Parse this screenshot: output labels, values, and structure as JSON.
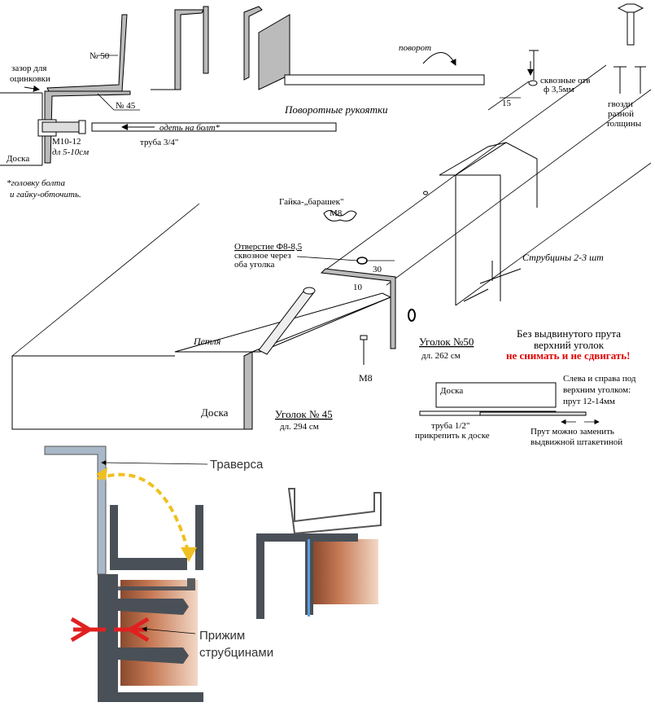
{
  "profile_section": {
    "angle_50": "№ 50",
    "gap_line1": "зазор для",
    "gap_line2": "оцинковки",
    "angle_45": "№ 45",
    "put_on_bolt": "одеть на болт*",
    "pipe": "труба 3/4\"",
    "bolt": "M10-12",
    "bolt_length": "дл 5-10см",
    "board": "Доска",
    "note_line1": "*головку болта",
    "note_line2": "и гайку-обточить."
  },
  "handles": {
    "rotation": "поворот",
    "caption": "Поворотные рукоятки"
  },
  "holes": {
    "line1": "сквозные отв",
    "line2": "ф 3,5мм",
    "dim": "15"
  },
  "nails": {
    "line1": "гвозди",
    "line2": "разной",
    "line3": "толщины"
  },
  "wing_nut": {
    "line1": "Гайка-„барашек\"",
    "line2": "M8"
  },
  "hole_note": {
    "line1": "Отверстие Ф8-8,5",
    "line2": "сквозное через",
    "line3": "оба уголка",
    "dim30": "30",
    "dim10": "10"
  },
  "clamps": "Струбцины 2-3 шт",
  "hinge": "Петля",
  "angle50_label": {
    "title": "Уголок №50",
    "length": "дл. 262 см"
  },
  "bolt_m8": "M8",
  "warning": {
    "line1": "Без выдвинутого прута",
    "line2": "верхний уголок",
    "line3": "не снимать и не сдвигать!"
  },
  "board_main": "Доска",
  "angle45_label": {
    "title": "Уголок № 45",
    "length": "дл. 294 см"
  },
  "rod_detail": {
    "board": "Доска",
    "note1": "Слева и справа под",
    "note2": "верхним уголком:",
    "note3": "прут 12-14мм",
    "pipe1": "труба 1/2\"",
    "pipe2": "прикрепить к доске",
    "alt1": "Прут можно заменить",
    "alt2": "выдвижной штакетиной"
  },
  "photo": {
    "traverse": "Траверса",
    "clamp1": "Прижим",
    "clamp2": "струбцинами"
  },
  "colors": {
    "warning": "#e00000",
    "profile": "#4a5057",
    "wood": "#b86a45",
    "arrow": "#f0c020",
    "clamp_arrow": "#e02020"
  }
}
